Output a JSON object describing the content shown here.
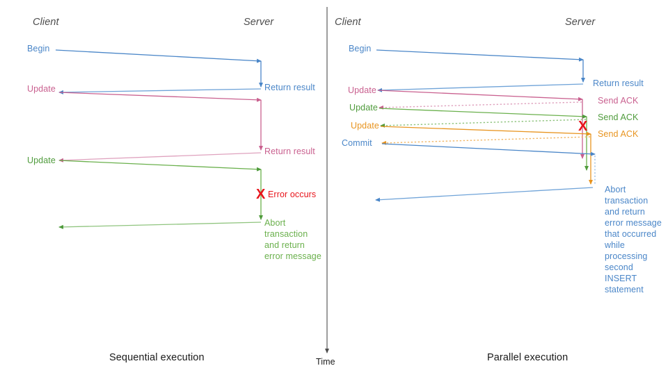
{
  "figure": {
    "title_left": "Sequential execution",
    "title_right": "Parallel execution",
    "time_axis_label": "Time"
  },
  "colors": {
    "blue": "#4a86c8",
    "blue_light": "#7aa9dd",
    "pink": "#c9608f",
    "pink_light": "#dfa2be",
    "green": "#4f9b3c",
    "green_light": "#8fc47e",
    "orange": "#e8941f",
    "orange_light": "#f2b766",
    "red": "#e8131a",
    "gray": "#4d4d4d",
    "black": "#1a1a1a"
  },
  "left_panel": {
    "name": "Sequential execution",
    "actors": {
      "client": "Client",
      "server": "Server"
    },
    "client_messages": [
      {
        "label": "Begin",
        "color": "blue"
      },
      {
        "label": "Update",
        "color": "pink"
      },
      {
        "label": "Update",
        "color": "green"
      }
    ],
    "server_messages": [
      {
        "label": "Return result",
        "color": "blue"
      },
      {
        "label": "Return result",
        "color": "pink"
      },
      {
        "label": "Error occurs",
        "color": "red"
      },
      {
        "label": "Abort\ntransaction\nand return\nerror message",
        "color": "green"
      }
    ],
    "error_marker": "X"
  },
  "right_panel": {
    "name": "Parallel execution",
    "actors": {
      "client": "Client",
      "server": "Server"
    },
    "client_messages": [
      {
        "label": "Begin",
        "color": "blue"
      },
      {
        "label": "Update",
        "color": "pink"
      },
      {
        "label": "Update",
        "color": "green"
      },
      {
        "label": "Update",
        "color": "orange"
      },
      {
        "label": "Commit",
        "color": "blue"
      }
    ],
    "server_messages": [
      {
        "label": "Return result",
        "color": "blue"
      },
      {
        "label": "Send ACK",
        "color": "pink"
      },
      {
        "label": "Send ACK",
        "color": "green"
      },
      {
        "label": "Send ACK",
        "color": "orange"
      },
      {
        "label": "Abort\ntransaction\nand return\nerror message\nthat occurred\nwhile\nprocessing\nsecond\nINSERT\nstatement",
        "color": "blue"
      }
    ],
    "error_marker": "X"
  }
}
